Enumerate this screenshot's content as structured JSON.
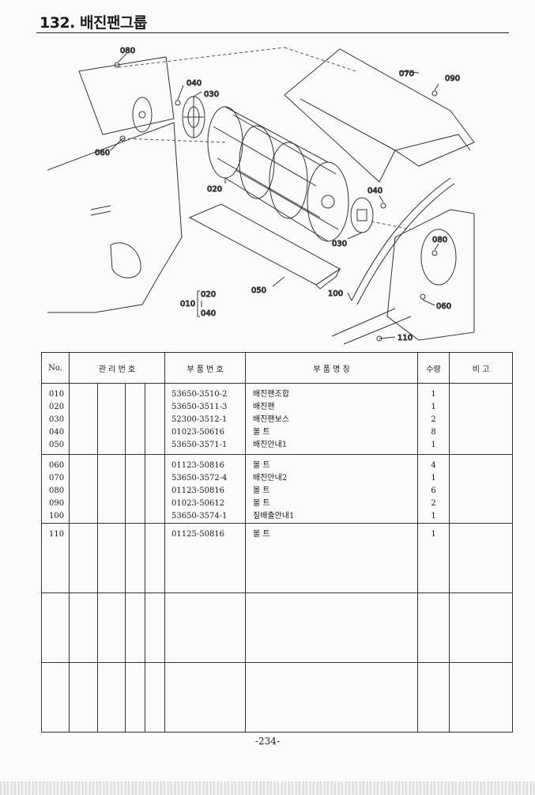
{
  "page": {
    "title": "132. 배진팬그룹",
    "page_number": "-234-"
  },
  "diagram": {
    "labels": {
      "l080a": "080",
      "l040a": "040",
      "l030a": "030",
      "l060a": "060",
      "l020": "020",
      "l070": "070",
      "l090": "090",
      "l040b": "040",
      "l030b": "030",
      "l080b": "080",
      "l050": "050",
      "l100": "100",
      "l060b": "060",
      "l110": "110",
      "g010": "010",
      "g020": "020",
      "g040": "040"
    }
  },
  "table": {
    "headers": {
      "no": "No.",
      "mgmt": "관 리 번 호",
      "part_no": "부 품 번 호",
      "name": "부 품 명 칭",
      "qty": "수량",
      "remark": "비 고"
    },
    "groups": [
      {
        "no": [
          "010",
          "020",
          "030",
          "040",
          "050"
        ],
        "part_no": [
          "53650-3510-2",
          "53650-3511-3",
          "52300-3512-1",
          "01023-50616",
          "53650-3571-1"
        ],
        "name": [
          "배진팬조합",
          "배진팬",
          "배진팬보스",
          "볼 트",
          "배진안내1"
        ],
        "qty": [
          "1",
          "1",
          "2",
          "8",
          "1"
        ]
      },
      {
        "no": [
          "060",
          "070",
          "080",
          "090",
          "100"
        ],
        "part_no": [
          "01123-50816",
          "53650-3572-4",
          "01123-50816",
          "01023-50612",
          "53650-3574-1"
        ],
        "name": [
          "볼 트",
          "배진안내2",
          "볼 트",
          "볼 트",
          "짚배출안내1"
        ],
        "qty": [
          "4",
          "1",
          "6",
          "2",
          "1"
        ]
      },
      {
        "no": [
          "110"
        ],
        "part_no": [
          "01125-50816"
        ],
        "name": [
          "볼 트"
        ],
        "qty": [
          "1"
        ]
      },
      {
        "no": [],
        "part_no": [],
        "name": [],
        "qty": []
      },
      {
        "no": [],
        "part_no": [],
        "name": [],
        "qty": []
      }
    ]
  }
}
